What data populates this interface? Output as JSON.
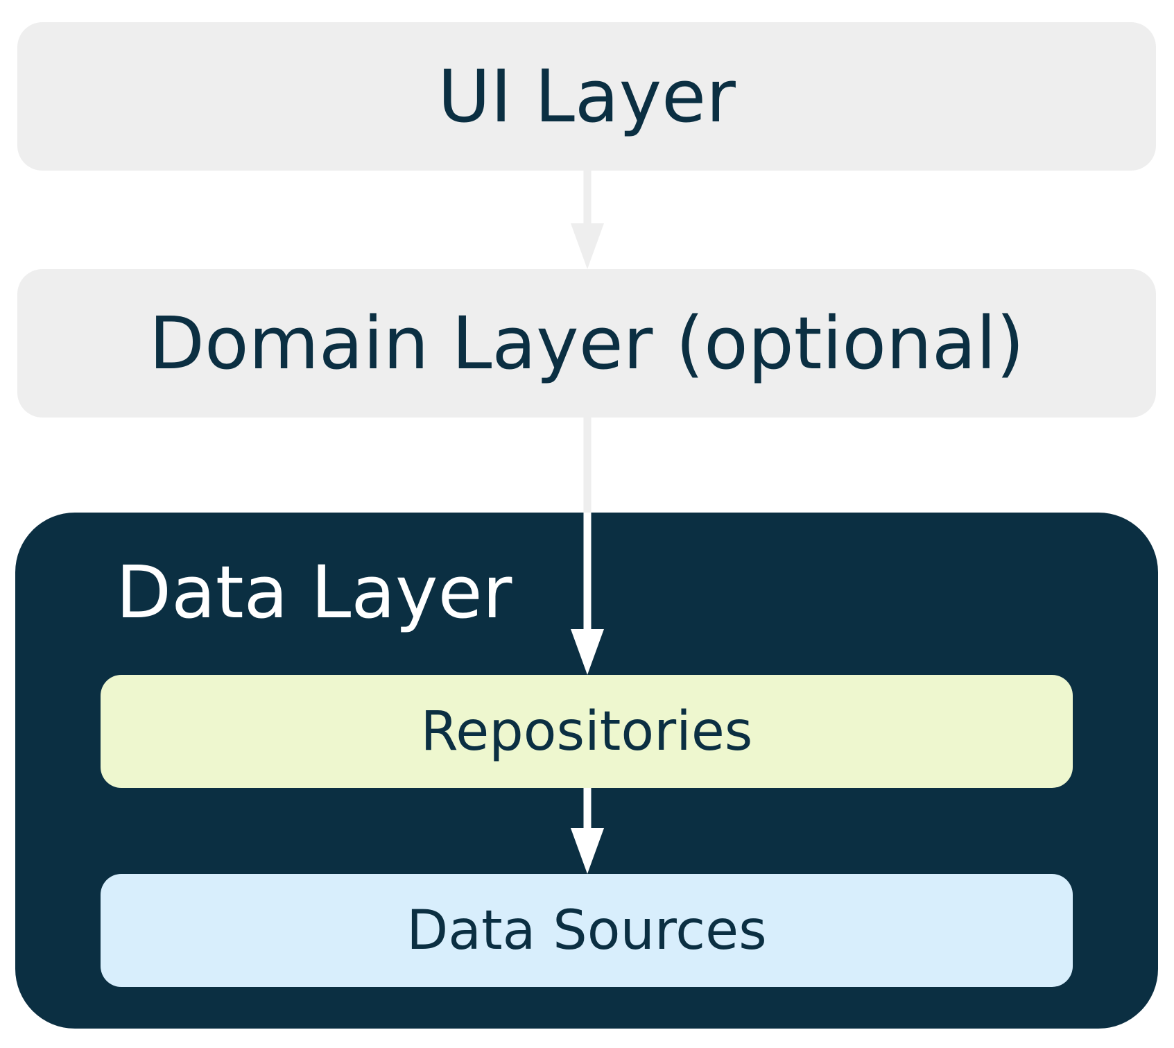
{
  "diagram": {
    "ui_layer": {
      "label": "UI Layer"
    },
    "domain_layer": {
      "label": "Domain Layer (optional)"
    },
    "data_layer": {
      "label": "Data Layer",
      "repositories": {
        "label": "Repositories"
      },
      "data_sources": {
        "label": "Data Sources"
      }
    },
    "colors": {
      "layer_background": "#eeeeee",
      "data_layer_background": "#0b2f42",
      "text_dark": "#0b2f42",
      "text_light": "#ffffff",
      "repositories_background": "#eef7cf",
      "data_sources_background": "#d8eefc",
      "arrow_light": "#eeeeee",
      "arrow_white": "#ffffff"
    }
  }
}
